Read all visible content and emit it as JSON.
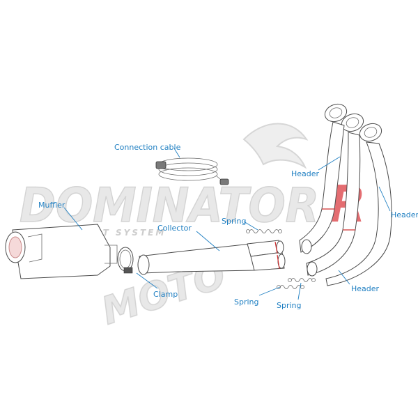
{
  "watermark": {
    "brand_main": "DOMINATOR",
    "brand_accent": "R",
    "subtitle": "EXHAUST SYSTEM",
    "second_line": "MOTO",
    "accent_color": "#d7262c"
  },
  "labels": {
    "connection_cable": "Connection cable",
    "muffler": "Muffler",
    "collector": "Collector",
    "clamp": "Clamp",
    "spring_top": "Spring",
    "spring_left": "Spring",
    "spring_right": "Spring",
    "header_top": "Header",
    "header_right": "Header",
    "header_bottom": "Header"
  },
  "colors": {
    "label": "#1f7fc2",
    "line": "#4a4a4a",
    "highlight": "#d03030"
  }
}
